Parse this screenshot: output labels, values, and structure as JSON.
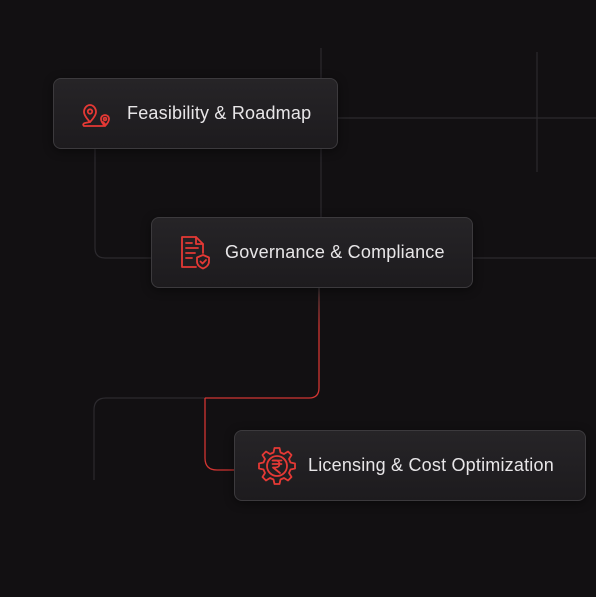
{
  "nodes": [
    {
      "id": "feasibility",
      "label": "Feasibility & Roadmap",
      "icon": "route-map-pin-icon"
    },
    {
      "id": "governance",
      "label": "Governance & Compliance",
      "icon": "document-shield-icon"
    },
    {
      "id": "licensing",
      "label": "Licensing & Cost Optimization",
      "icon": "gear-rupee-icon"
    }
  ],
  "colors": {
    "background": "#121012",
    "accent": "#e53935",
    "card_text": "#e8e6e8",
    "line": "#2e2c30"
  }
}
